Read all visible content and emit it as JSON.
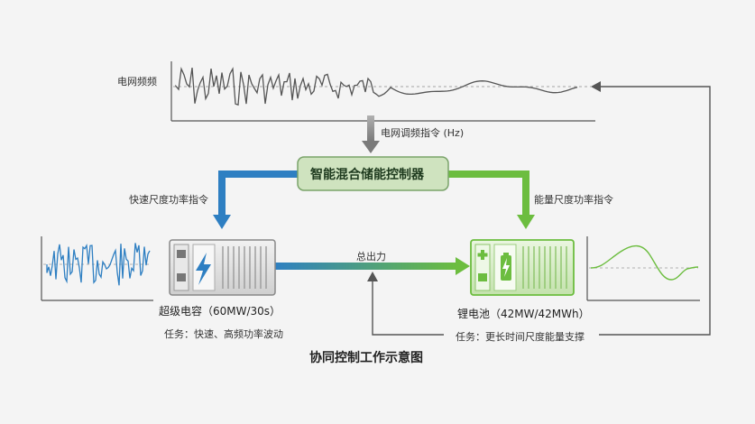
{
  "labels": {
    "grid_frequency": "电网频频",
    "grid_command": "电网调频指令 (Hz)",
    "controller": "智能混合储能控制器",
    "fast_power_cmd": "快速尺度功率指令",
    "energy_power_cmd": "能量尺度功率指令",
    "total_output": "总出力",
    "supercap_name": "超级电容（60MW/30s）",
    "supercap_task": "任务：快速、高频功率波动",
    "battery_name": "锂电池（42MW/42MWh）",
    "battery_task": "任务：更长时间尺度能量支撑",
    "caption": "协同控制工作示意图"
  },
  "colors": {
    "blue": "#2e7fc2",
    "green": "#6cbd3f",
    "gray_arrow": "#8a8a8a",
    "controller_fill": "#cfe3bf",
    "controller_border": "#7aa36a"
  },
  "icons": {
    "supercap": "lightning-bolt-icon",
    "battery": "battery-charging-icon",
    "plus": "plus-icon"
  }
}
